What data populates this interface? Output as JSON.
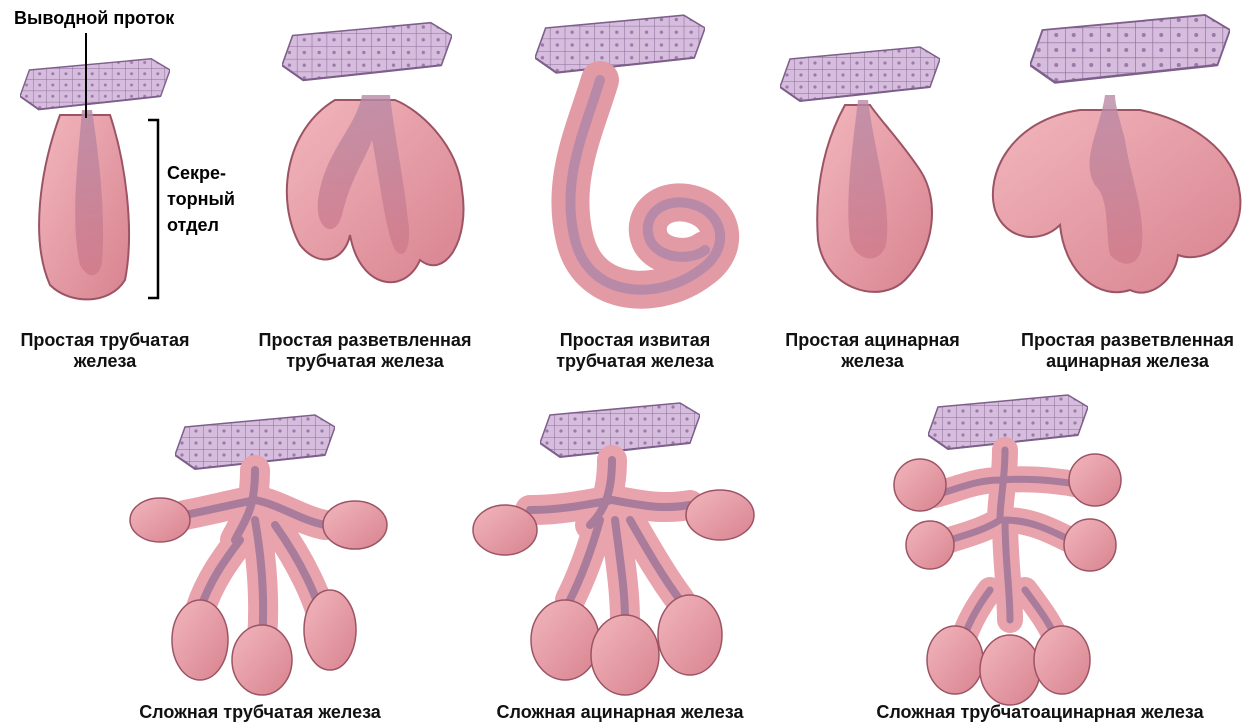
{
  "annotations": {
    "duct": "Выводной проток",
    "secretory_1": "Секре-",
    "secretory_2": "торный",
    "secretory_3": "отдел"
  },
  "glands": [
    {
      "line1": "Простая трубчатая",
      "line2": "железа"
    },
    {
      "line1": "Простая разветвленная",
      "line2": "трубчатая железа"
    },
    {
      "line1": "Простая извитая",
      "line2": "трубчатая железа"
    },
    {
      "line1": "Простая ацинарная",
      "line2": "железа"
    },
    {
      "line1": "Простая разветвленная",
      "line2": "ацинарная железа"
    },
    {
      "line1": "Сложная трубчатая железа"
    },
    {
      "line1": "Сложная ацинарная железа"
    },
    {
      "line1": "Сложная трубчатоацинарная железа"
    }
  ],
  "colors": {
    "epithelium": "#cfb3d6",
    "epithelium_edge": "#7d5f8c",
    "gland_fill": "#e8a3ad",
    "gland_edge": "#9c5464",
    "lumen": "#c67c8e",
    "duct": "#b48bbd"
  }
}
